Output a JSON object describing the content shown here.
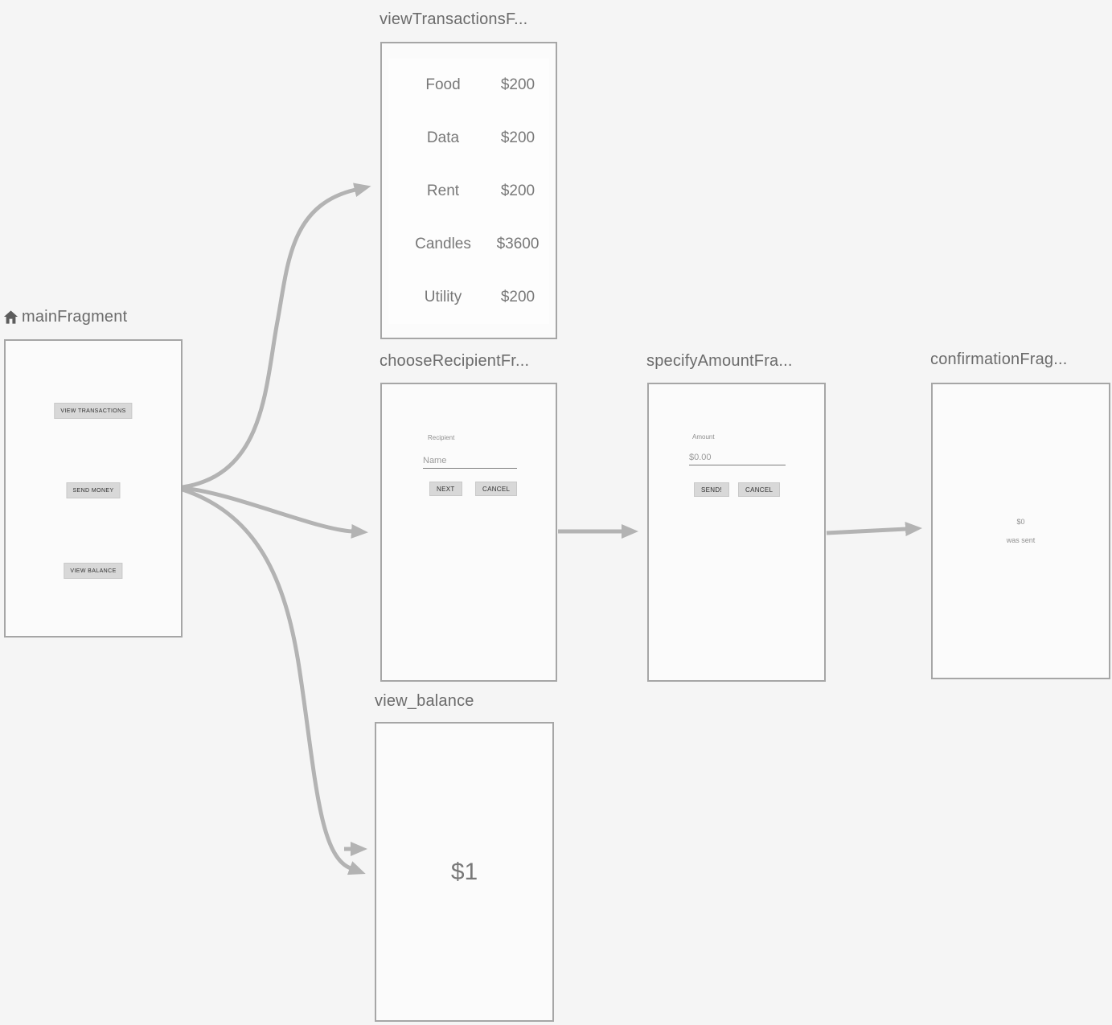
{
  "colors": {
    "background": "#f5f5f5",
    "panel_fill": "#fbfbfb",
    "panel_border": "#a6a6a6",
    "arrow": "#b3b3b3",
    "title_text": "#6b6b6b",
    "content_text": "#787878",
    "hint_text": "#9a9a9a",
    "button_bg": "#d8d8d8",
    "button_text": "#2f2f2f",
    "underline": "#7d7d7d"
  },
  "icons": {
    "start_destination": "home-icon"
  },
  "fragments": {
    "main": {
      "title": "mainFragment",
      "buttons": [
        {
          "label": "VIEW TRANSACTIONS"
        },
        {
          "label": "SEND MONEY"
        },
        {
          "label": "VIEW BALANCE"
        }
      ]
    },
    "view_transactions": {
      "title": "viewTransactionsF...",
      "rows": [
        {
          "label": "Food",
          "amount": "$200"
        },
        {
          "label": "Data",
          "amount": "$200"
        },
        {
          "label": "Rent",
          "amount": "$200"
        },
        {
          "label": "Candles",
          "amount": "$3600"
        },
        {
          "label": "Utility",
          "amount": "$200"
        }
      ]
    },
    "choose_recipient": {
      "title": "chooseRecipientFr...",
      "field_label": "Recipient",
      "field_placeholder": "Name",
      "next_label": "NEXT",
      "cancel_label": "CANCEL"
    },
    "specify_amount": {
      "title": "specifyAmountFra...",
      "field_label": "Amount",
      "field_placeholder": "$0.00",
      "send_label": "SEND!",
      "cancel_label": "CANCEL"
    },
    "confirmation": {
      "title": "confirmationFrag...",
      "amount_text": "$0",
      "message": "was sent"
    },
    "view_balance": {
      "title": "view_balance",
      "balance_text": "$1"
    }
  }
}
